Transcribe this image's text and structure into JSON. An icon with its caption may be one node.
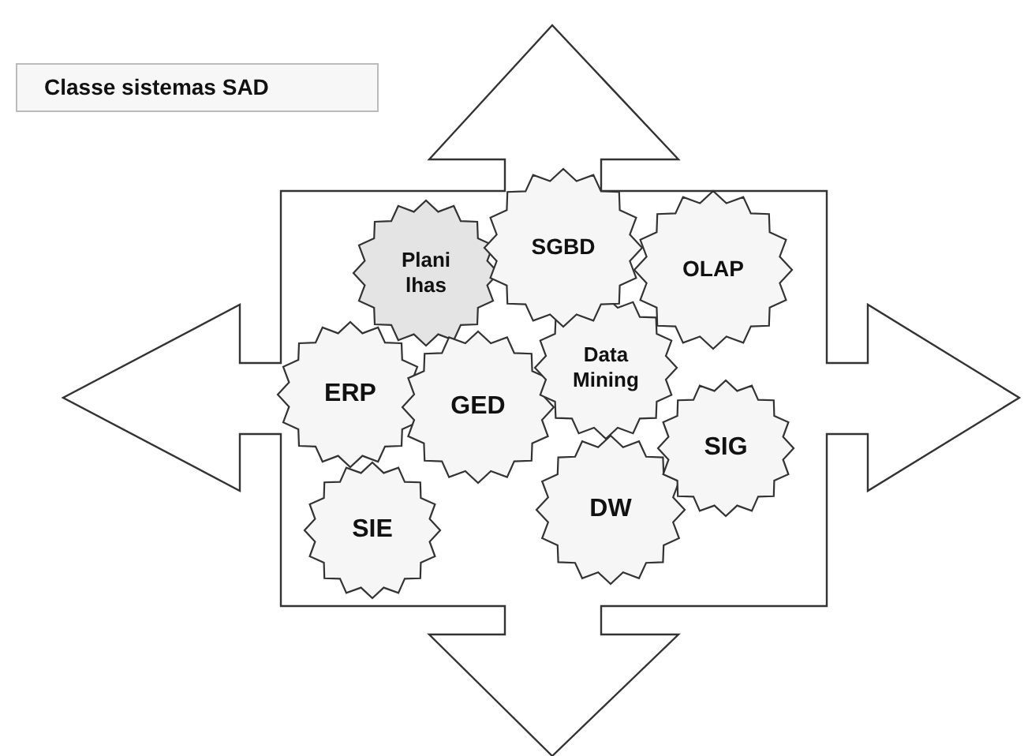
{
  "diagram": {
    "title": "Classe sistemas SAD",
    "nodes": [
      {
        "text": [
          "Plani lhas"
        ]
      },
      {
        "text": [
          "SGBD"
        ]
      },
      {
        "text": [
          "OLAP"
        ]
      },
      {
        "text": [
          "ERP"
        ]
      },
      {
        "text": [
          "Data Mining"
        ]
      },
      {
        "text": [
          "GED"
        ]
      },
      {
        "text": [
          "SIG"
        ]
      },
      {
        "text": [
          "SIE"
        ]
      },
      {
        "text": [
          "DW"
        ]
      }
    ],
    "edges": []
  }
}
